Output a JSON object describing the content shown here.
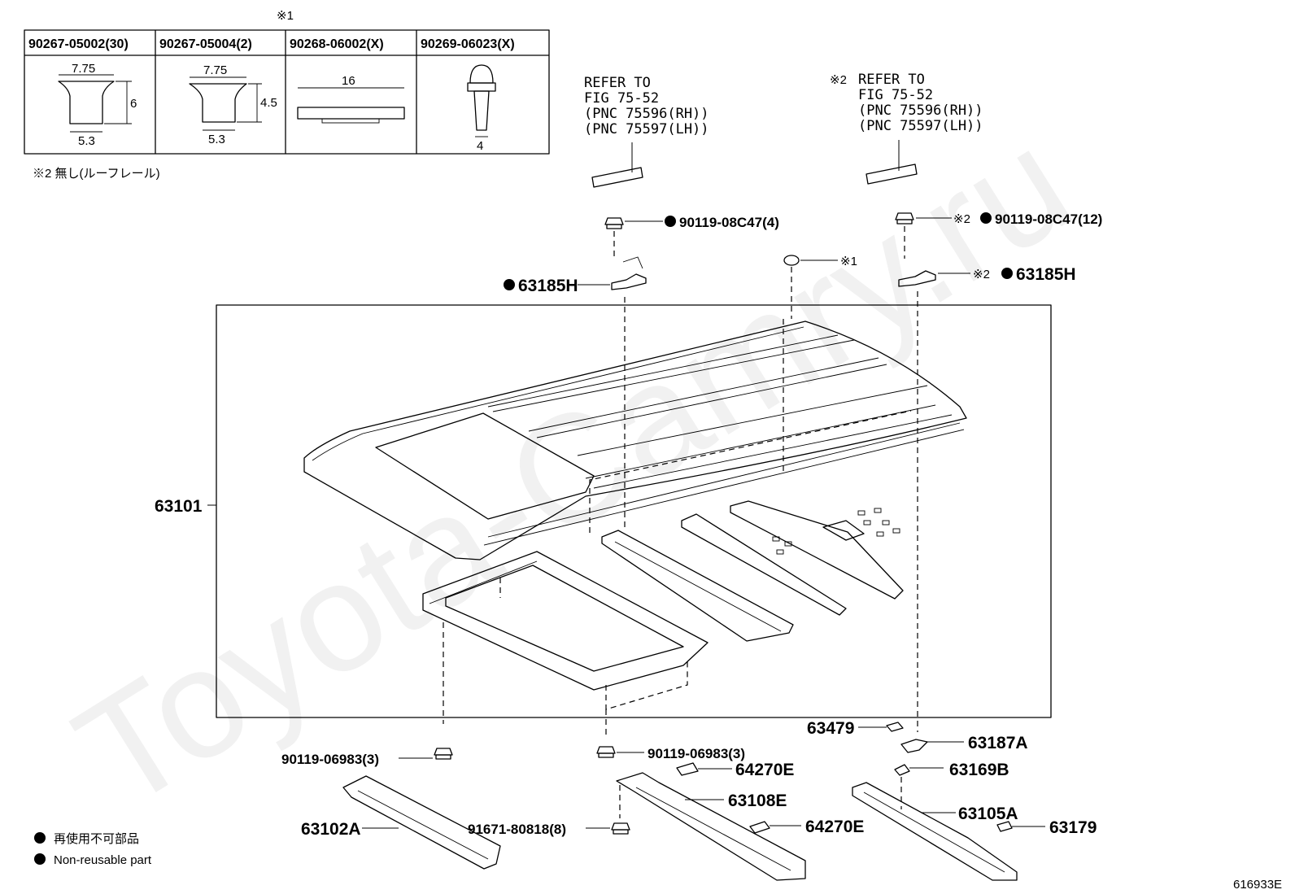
{
  "diagram_id": "616933E",
  "watermark": "Toyota-Camry.ru",
  "note_mark_1": "※1",
  "note_2": "※2 無し(ルーフレール)",
  "fastener_table": [
    {
      "part": "90267-05002(30)",
      "dims": [
        "7.75",
        "6",
        "5.3"
      ]
    },
    {
      "part": "90267-05004(2)",
      "dims": [
        "7.75",
        "4.5",
        "5.3"
      ]
    },
    {
      "part": "90268-06002(X)",
      "dims": [
        "16"
      ]
    },
    {
      "part": "90269-06023(X)",
      "dims": [
        "4"
      ]
    }
  ],
  "refer_left": [
    "REFER TO",
    "FIG 75-52",
    "(PNC 75596(RH))",
    "(PNC 75597(LH))"
  ],
  "refer_right_mark": "※2",
  "refer_right": [
    "REFER TO",
    "FIG 75-52",
    "(PNC 75596(RH))",
    "(PNC 75597(LH))"
  ],
  "callouts": {
    "bolt_left": "90119-08C47(4)",
    "bolt_right": "90119-08C47(12)",
    "bracket_left": "63185H",
    "bracket_right": "63185H",
    "mark_2a": "※2",
    "mark_2b": "※2",
    "plug_mark": "※1",
    "roof_panel": "63101",
    "p63479": "63479",
    "p63187a": "63187A",
    "p63169b": "63169B",
    "bolt_b1": "90119-06983(3)",
    "bolt_b2": "90119-06983(3)",
    "p64270e_a": "64270E",
    "p63108e": "63108E",
    "p64270e_b": "64270E",
    "p63105a": "63105A",
    "p63179": "63179",
    "p63102a": "63102A",
    "bolt_b3": "91671-80818(8)"
  },
  "legend": {
    "jp": "再使用不可部品",
    "en": "Non-reusable part"
  }
}
